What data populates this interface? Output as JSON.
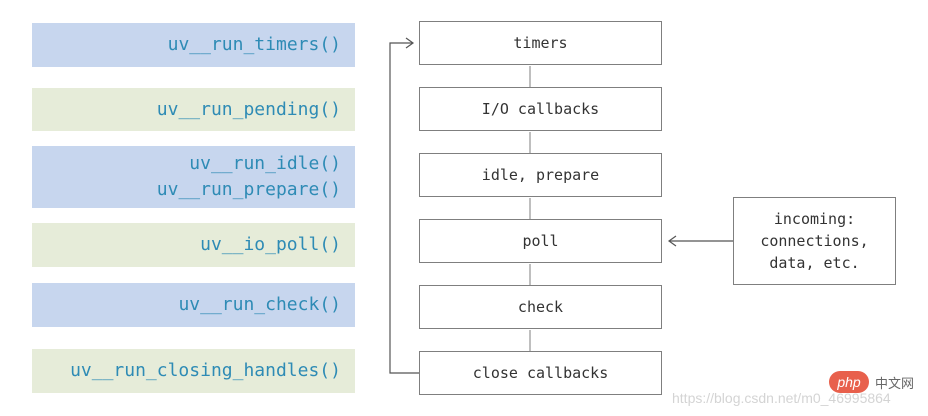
{
  "functions": [
    {
      "lines": [
        "uv__run_timers()"
      ]
    },
    {
      "lines": [
        "uv__run_pending()"
      ]
    },
    {
      "lines": [
        "uv__run_idle()",
        "uv__run_prepare()"
      ]
    },
    {
      "lines": [
        "uv__io_poll()"
      ]
    },
    {
      "lines": [
        "uv__run_check()"
      ]
    },
    {
      "lines": [
        "uv__run_closing_handles()"
      ]
    }
  ],
  "phases": [
    "timers",
    "I/O callbacks",
    "idle, prepare",
    "poll",
    "check",
    "close callbacks"
  ],
  "incoming": {
    "lines": [
      "incoming:",
      "connections,",
      "data, etc."
    ]
  },
  "watermark": {
    "url": "https://blog.csdn.net/m0_46995864",
    "logo_badge": "php",
    "logo_text": "中文网"
  },
  "colors": {
    "fn_blue": "#c7d6ee",
    "fn_green": "#e6ecd9",
    "fn_text": "#2e8bb5",
    "box_border": "#7f7f7f"
  }
}
